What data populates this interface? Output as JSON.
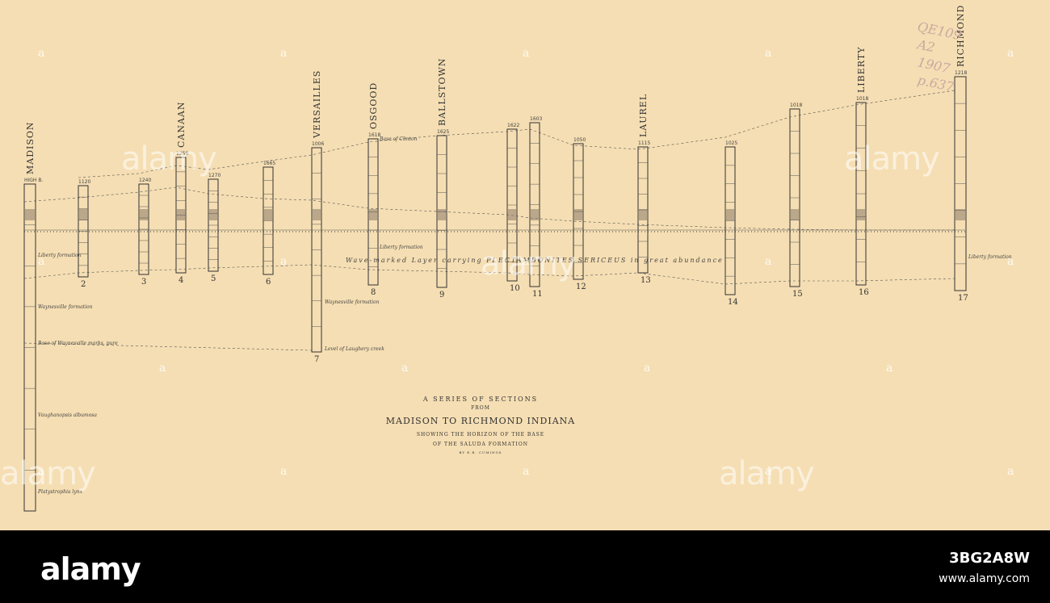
{
  "title_block": {
    "line1": "A SERIES OF SECTIONS",
    "line2": "FROM",
    "line3": "MADISON TO RICHMOND INDIANA",
    "line4": "SHOWING THE HORIZON OF THE BASE",
    "line5": "OF THE SALUDA FORMATION",
    "line6": "BY E.R. CUMINGS"
  },
  "columns": [
    {
      "num": "",
      "name": "MADISON",
      "elev": "HIGH B."
    },
    {
      "num": "2",
      "name": "",
      "elev": "1120"
    },
    {
      "num": "3",
      "name": "",
      "elev": "1240"
    },
    {
      "num": "4",
      "name": "CANAAN",
      "elev": "1250"
    },
    {
      "num": "5",
      "name": "",
      "elev": "1270"
    },
    {
      "num": "6",
      "name": "",
      "elev": "1665"
    },
    {
      "num": "7",
      "name": "VERSAILLES",
      "elev": "1006"
    },
    {
      "num": "8",
      "name": "OSGOOD",
      "elev": "1618"
    },
    {
      "num": "9",
      "name": "BALLSTOWN",
      "elev": "1625"
    },
    {
      "num": "10",
      "name": "",
      "elev": "1622"
    },
    {
      "num": "11",
      "name": "",
      "elev": "1603"
    },
    {
      "num": "12",
      "name": "",
      "elev": "1050"
    },
    {
      "num": "13",
      "name": "LAUREL",
      "elev": "1115"
    },
    {
      "num": "14",
      "name": "",
      "elev": "1025"
    },
    {
      "num": "15",
      "name": "",
      "elev": "1018"
    },
    {
      "num": "16",
      "name": "LIBERTY",
      "elev": "1018"
    },
    {
      "num": "17",
      "name": "RICHMOND",
      "elev": "1218"
    }
  ],
  "horizon_label": "Wave-marked   Layer   carrying   PLECTAMBONITES   SERICEUS  in  great  abundance",
  "notes": {
    "madison_1": "Liberty formation",
    "madison_2": "Waynesville formation",
    "madison_3": "Base of Waynesville marks, pure",
    "madison_4": "Vaughanopsis albumosa",
    "madison_5": "Platystrophia lynx",
    "versailles_1": "Waynesville formation",
    "versailles_2": "Level of Laughery creek",
    "osgood_1": "Liberty formation",
    "richmond_1": "Liberty formation",
    "base_clinton": "Base of Clinton"
  },
  "watermark_letter": "a",
  "watermark_word": "alamy",
  "pencil": [
    "QE109",
    "A2",
    "1907",
    "p.637"
  ],
  "footer": {
    "logo": "alamy",
    "image_id": "3BG2A8W",
    "url": "www.alamy.com"
  }
}
